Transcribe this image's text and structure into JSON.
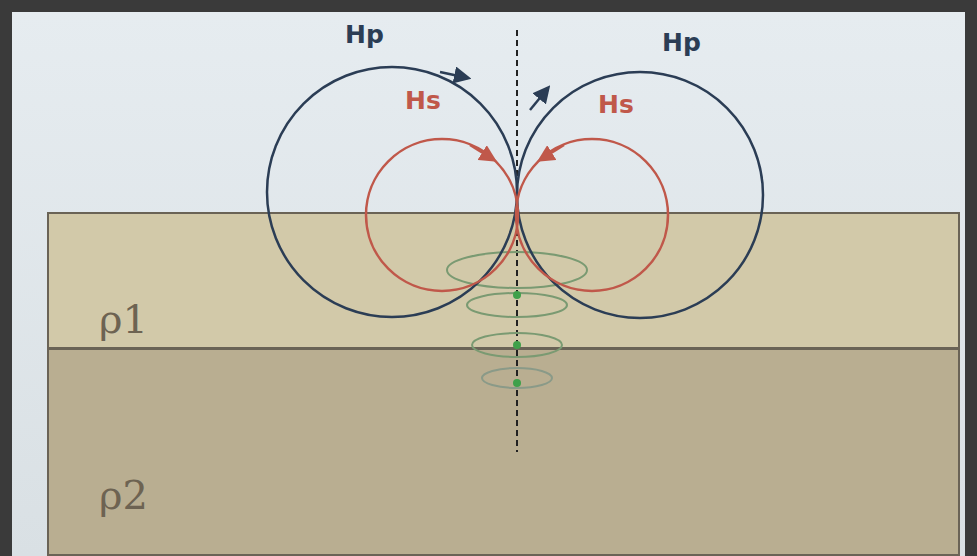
{
  "diagram": {
    "nodes": [
      {
        "text": [
          "ρ1"
        ]
      },
      {
        "text": [
          "ρ2"
        ]
      }
    ],
    "labels": [
      "Hp",
      "Hp",
      "Hs",
      "Hs"
    ]
  }
}
